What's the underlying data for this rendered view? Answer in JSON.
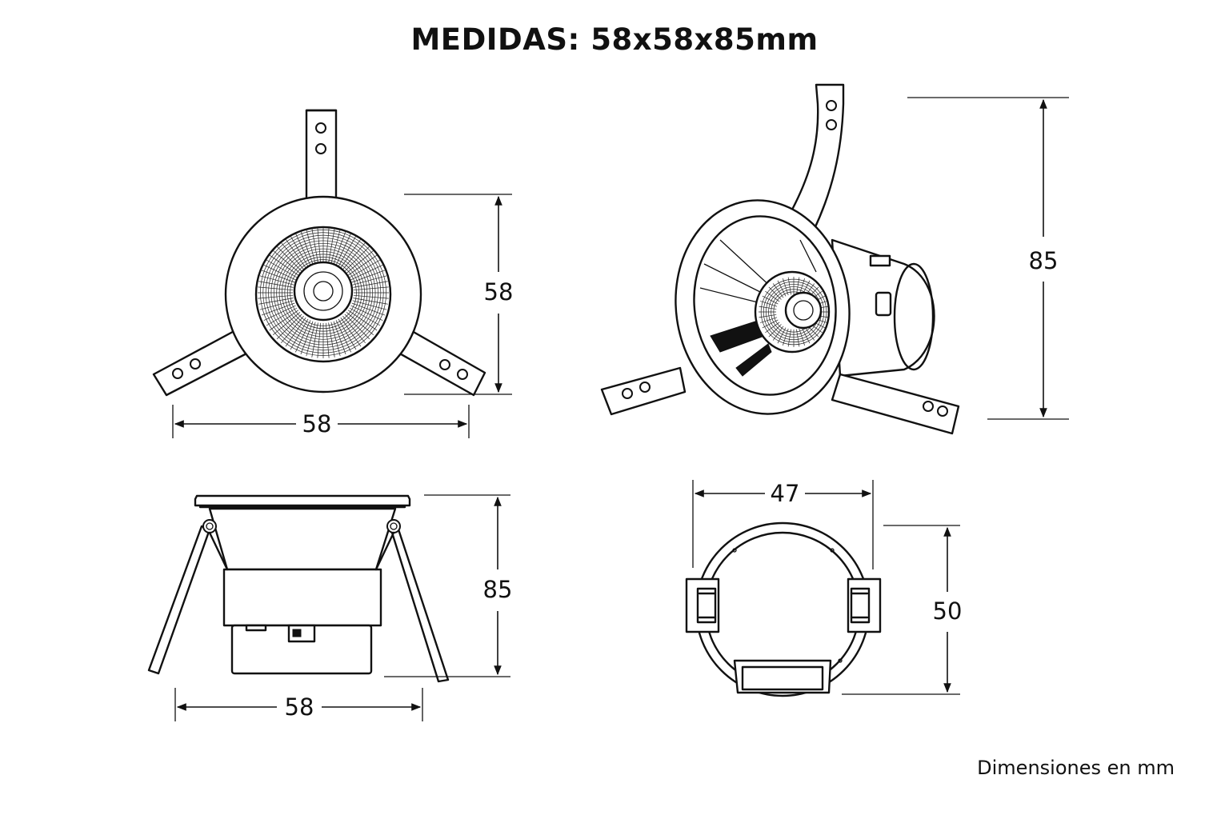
{
  "header": {
    "title": "MEDIDAS: 58x58x85mm"
  },
  "footer": {
    "note": "Dimensiones en mm"
  },
  "views": {
    "front": {
      "width": "58",
      "height": "58"
    },
    "perspective": {
      "height": "85"
    },
    "side": {
      "width": "58",
      "height": "85"
    },
    "back": {
      "width": "47",
      "height": "50"
    }
  },
  "colors": {
    "line": "#111111",
    "background": "#ffffff"
  }
}
